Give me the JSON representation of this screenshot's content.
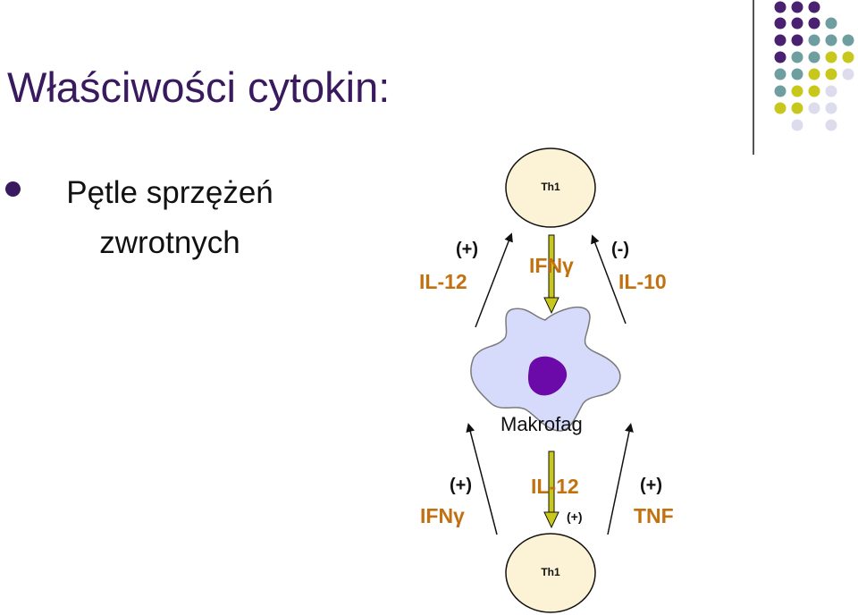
{
  "slide": {
    "title": "Właściwości cytokin:",
    "bullet": "Pętle sprzężeń zwrotnych"
  },
  "diagram": {
    "top_cell": "Th1",
    "bottom_cell": "Th1",
    "macrophage": "Makrofag",
    "top_left_sign": "(+)",
    "top_left_cytokine": "IL-12",
    "top_center_cytokine": "IFNγ",
    "top_right_sign": "(-)",
    "top_right_cytokine": "IL-10",
    "bottom_left_sign": "(+)",
    "bottom_left_cytokine": "IFNγ",
    "bottom_center_cytokine": "IL-12",
    "bottom_center_sign": "(+)",
    "bottom_right_sign": "(+)",
    "bottom_right_cytokine": "TNF"
  },
  "colors": {
    "title": "#3a1a5e",
    "cytokine": "#c3700f",
    "cell_fill": "#fcf3d6",
    "macrophage_fill": "#d6dbfb",
    "nucleus": "#6b0aa8",
    "arrow_yellow": "#c8c81c"
  },
  "decor_dots": {
    "colors": [
      "#4a2070",
      "#6f9ea0",
      "#c8c81c",
      "#dcdcec"
    ]
  }
}
